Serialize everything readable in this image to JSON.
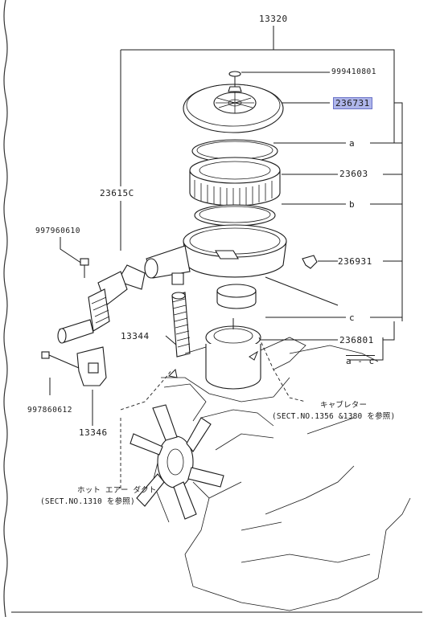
{
  "parts": {
    "top_assembly": "13320",
    "wing_nut": "999410801",
    "highlighted_part": "236731",
    "gasket_a": "a",
    "element": "23603",
    "gasket_b": "b",
    "hose_left": "23615C",
    "bolt_upper": "997960610",
    "clamp_right": "236931",
    "band_c": "c",
    "hose_13344": "13344",
    "housing_ref": "236801",
    "housing_range": "a - c",
    "bolt_lower": "997860612",
    "bracket": "13346"
  },
  "notes": {
    "carb_label": "キャブレター",
    "carb_sect": "(SECT.NO.1356 &1380 を参照)",
    "duct_label": "ホット エアー ダクト",
    "duct_sect": "(SECT.NO.1310 を参照)"
  }
}
